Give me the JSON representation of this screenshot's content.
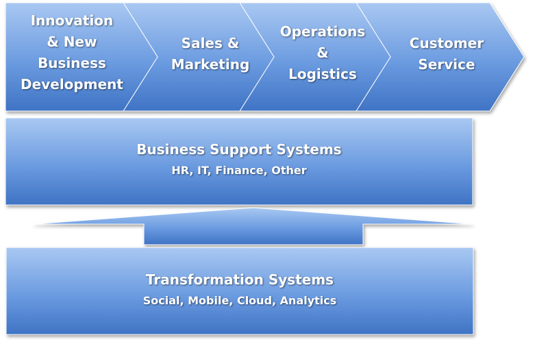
{
  "colors": {
    "fill_light": "#a9c8f2",
    "fill_dark": "#3f73c4",
    "stroke": "#ffffff",
    "text": "#ffffff"
  },
  "chevrons": [
    {
      "label": "Innovation\n& New\nBusiness\nDevelopment"
    },
    {
      "label": "Sales  &\nMarketing"
    },
    {
      "label": "Operations\n&\nLogistics"
    },
    {
      "label": "Customer\nService"
    }
  ],
  "business_support": {
    "title": "Business Support Systems",
    "subtitle": "HR, IT, Finance, Other"
  },
  "transformation": {
    "title": "Transformation Systems",
    "subtitle": "Social, Mobile, Cloud, Analytics"
  }
}
